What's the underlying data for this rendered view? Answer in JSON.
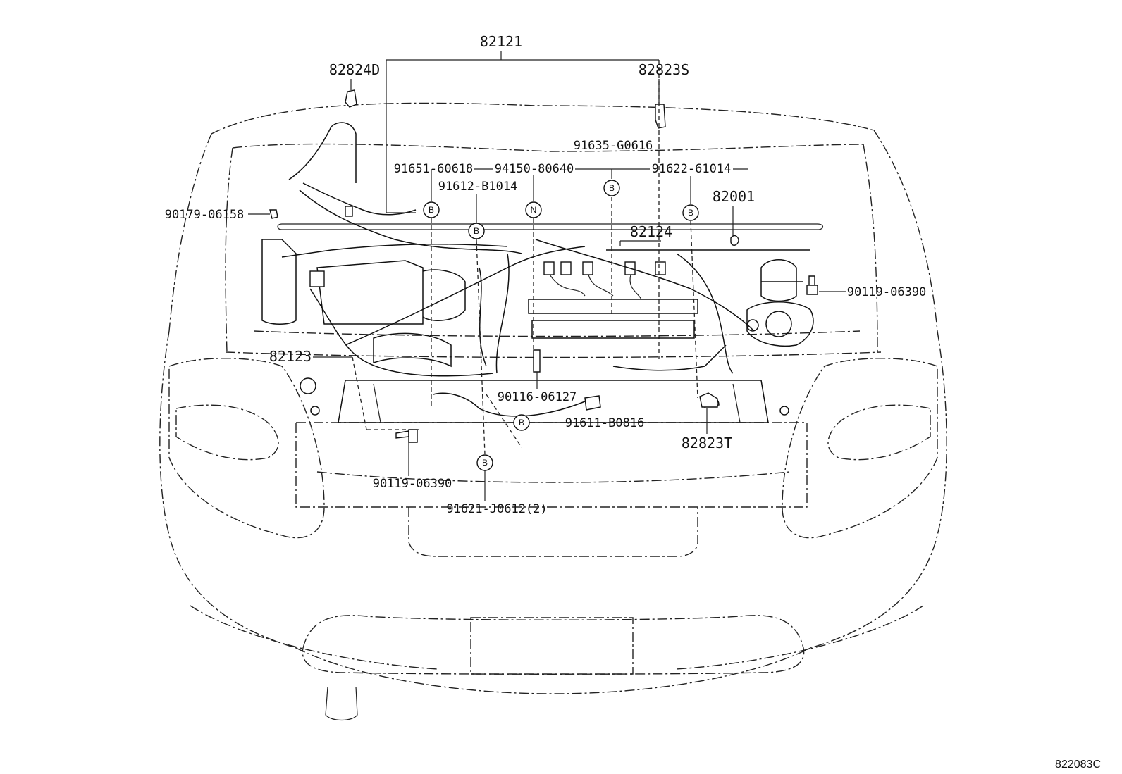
{
  "diagram": {
    "figure_code": "822083C",
    "labels": {
      "p82121": "82121",
      "p82824D": "82824D",
      "p82823S": "82823S",
      "p91635": "91635-G0616",
      "p91651": "91651-60618",
      "p94150": "94150-80640",
      "p91622": "91622-61014",
      "p91612": "91612-B1014",
      "p82001": "82001",
      "p90179": "90179-06158",
      "p82124": "82124",
      "p90119r": "90119-06390",
      "p82123": "82123",
      "p90116": "90116-06127",
      "p91611": "91611-B0816",
      "p82823T": "82823T",
      "p90119l": "90119-06390",
      "p91621": "91621-J0612(2)"
    },
    "markers": {
      "b": "B",
      "n": "N"
    }
  }
}
